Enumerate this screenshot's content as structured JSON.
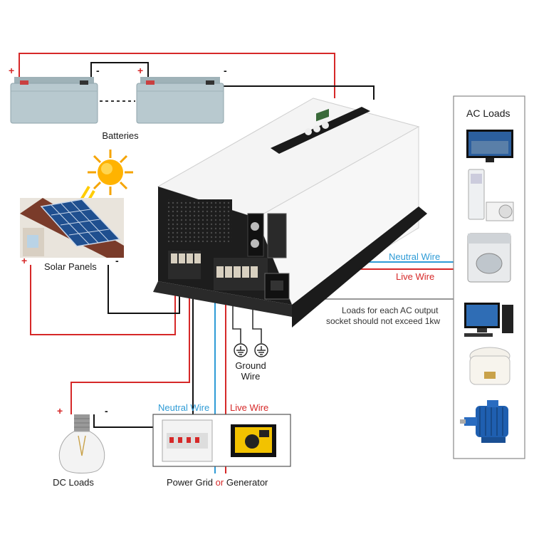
{
  "labels": {
    "batteries": "Batteries",
    "solar_panels": "Solar Panels",
    "ac_loads": "AC Loads",
    "neutral_wire_right": "Neutral Wire",
    "live_wire_right": "Live Wire",
    "load_note_line1": "Loads for each AC output",
    "load_note_line2": "socket should not exceed 1kw",
    "ground_wire_line1": "Ground",
    "ground_wire_line2": "Wire",
    "neutral_wire_bottom": "Neutral Wire",
    "live_wire_bottom": "Live Wire",
    "dc_loads": "DC Loads",
    "power_grid": "Power Grid",
    "or": "or",
    "generator": "Generator"
  },
  "polarity": {
    "plus": "+",
    "minus": "-"
  },
  "colors": {
    "positive_wire": "#d62828",
    "negative_wire": "#111111",
    "neutral_wire": "#2e9bd6",
    "live_wire": "#d62828",
    "neutral_text": "#2e9bd6",
    "live_text": "#d62828",
    "or_text": "#d62828"
  },
  "icons": [
    "battery-icon",
    "sun-icon",
    "solar-panel-house-icon",
    "inverter-icon",
    "tv-icon",
    "air-conditioner-icon",
    "washing-machine-icon",
    "desktop-computer-icon",
    "rice-cooker-icon",
    "electric-motor-icon",
    "ground-symbol-icon",
    "light-bulb-icon",
    "breaker-panel-icon",
    "generator-icon"
  ]
}
